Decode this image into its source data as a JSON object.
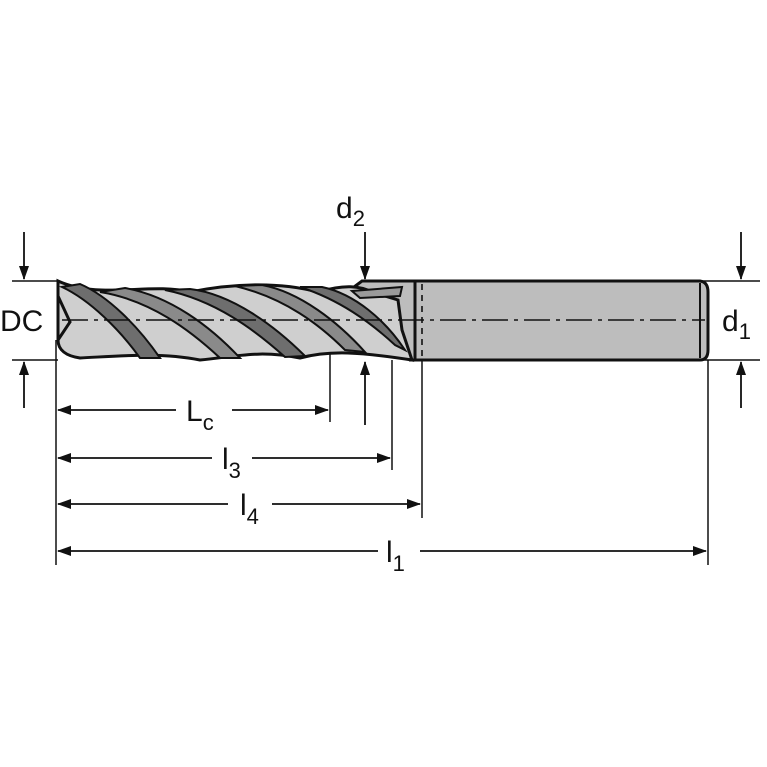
{
  "diagram": {
    "labels": {
      "cutting_diameter": {
        "main": "DC",
        "sub": ""
      },
      "neck_diameter": {
        "main": "d",
        "sub": "2"
      },
      "shank_diameter": {
        "main": "d",
        "sub": "1"
      },
      "cutting_length": {
        "main": "L",
        "sub": "c"
      },
      "reach_length": {
        "main": "l",
        "sub": "3"
      },
      "usable_length": {
        "main": "l",
        "sub": "4"
      },
      "overall_length": {
        "main": "l",
        "sub": "1"
      }
    },
    "colors": {
      "line": "#111111",
      "body_fill": "#bdbdbd",
      "flute_fill": "#cfcfcf",
      "background": "#ffffff"
    }
  }
}
